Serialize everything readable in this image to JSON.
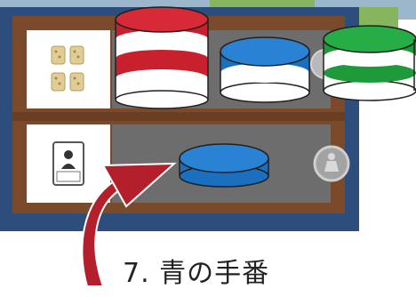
{
  "caption": {
    "text": "7. 青の手番"
  },
  "board": {
    "rows": [
      {
        "name": "resource-row",
        "icon": "grain-tiles-icon",
        "stacks": [
          {
            "color": "red",
            "discs": 4
          },
          {
            "color": "blue",
            "discs": 2
          },
          {
            "color": "green",
            "discs": 3
          }
        ]
      },
      {
        "name": "worker-row",
        "icon": "worker-card-icon",
        "stacks": [
          {
            "color": "blue",
            "discs": 1
          }
        ]
      }
    ],
    "side_tokens": [
      "grey-token-icon",
      "worker-token-icon"
    ]
  },
  "colors": {
    "board_blue": "#2d4d7c",
    "frame_brown": "#7a4a2a",
    "slot_grey": "#6d6d6d",
    "disc_red": "#c8202c",
    "disc_blue": "#1a6fbf",
    "disc_green": "#1f9a3a",
    "arrow": "#b3202c"
  }
}
